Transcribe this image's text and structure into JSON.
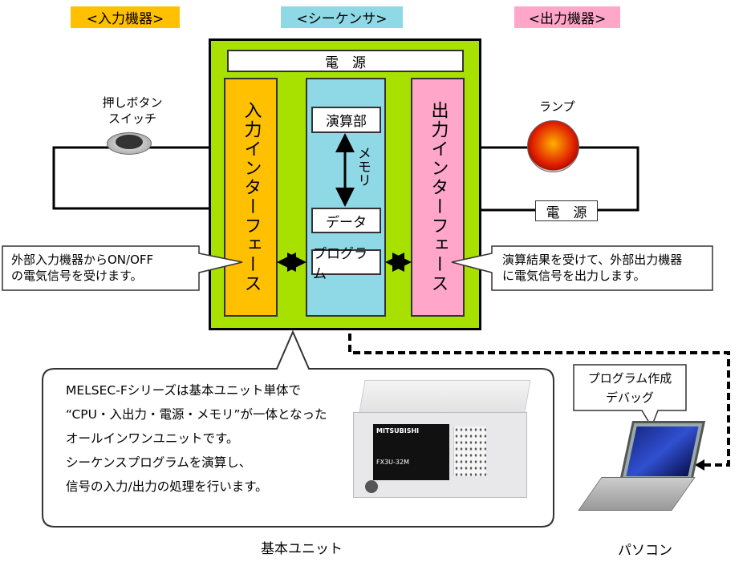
{
  "headers": {
    "input": "<入力機器>",
    "sequencer": "<シーケンサ>",
    "output": "<出力機器>"
  },
  "colors": {
    "input": "#ffc000",
    "sequencer": "#8fd8e6",
    "output": "#ffa6c9",
    "unit": "#a8e000"
  },
  "unit": {
    "power": "電　源",
    "input_interface": "入力インターフェース",
    "output_interface": "出力インターフェース",
    "cpu": "演算部",
    "memory": "メモリ",
    "data": "データ",
    "program": "プログラム"
  },
  "input_device": {
    "label_line1": "押しボタン",
    "label_line2": "スイッチ",
    "icon": "push-button-switch"
  },
  "output_device": {
    "label": "ランプ",
    "power": "電　源",
    "icon": "lamp"
  },
  "callouts": {
    "left_line1": "外部入力機器からON/OFF",
    "left_line2": "の電気信号を受けます。",
    "right_line1": "演算結果を受けて、外部出力機器",
    "right_line2": "に電気信号を出力します。",
    "pc_line1": "プログラム作成",
    "pc_line2": "デバッグ"
  },
  "description": {
    "lines": [
      "MELSEC-Fシリーズは基本ユニット単体で",
      "“CPU・入出力・電源・メモリ”が一体となった",
      "オールインワンユニットです。",
      "シーケンスプログラムを演算し、",
      "信号の入力/出力の処理を行います。"
    ]
  },
  "plc": {
    "brand": "MITSUBISHI",
    "model": "FX3U-32M"
  },
  "captions": {
    "base_unit": "基本ユニット",
    "pc": "パソコン"
  }
}
